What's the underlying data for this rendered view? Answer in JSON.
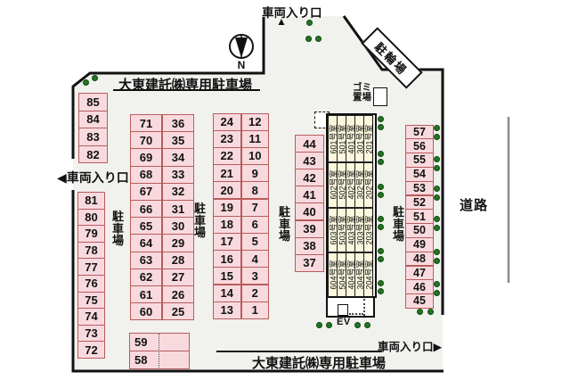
{
  "header": {
    "top_label": "大東建託㈱専用駐車場",
    "bottom_label": "大東建託㈱専用駐車場"
  },
  "entrances": {
    "top": {
      "label": "車両入り口",
      "arrow": "▲"
    },
    "left": {
      "label": "車両入り口",
      "arrow": "◀"
    },
    "bottom": {
      "label": "車両入り口",
      "arrow": "▶"
    }
  },
  "labels": {
    "parking_lot": "駐車場",
    "road": "道路",
    "garbage": [
      "ゴミ",
      "置場"
    ],
    "bicycle_parking": "駐輪場",
    "elevator": "EV",
    "north": "N"
  },
  "parking": {
    "left_top": [
      "85",
      "84",
      "83",
      "82"
    ],
    "left_bottom": [
      "81",
      "80",
      "79",
      "78",
      "77",
      "76",
      "75",
      "74",
      "73",
      "72"
    ],
    "col2_left": [
      "71",
      "70",
      "69",
      "68",
      "67",
      "66",
      "65",
      "64",
      "63",
      "62",
      "61",
      "60"
    ],
    "col2_right": [
      "36",
      "35",
      "34",
      "33",
      "32",
      "31",
      "30",
      "29",
      "28",
      "27",
      "26",
      "25"
    ],
    "col3_left": [
      "24",
      "23",
      "22",
      "21",
      "20",
      "19",
      "18",
      "17",
      "16",
      "15",
      "14",
      "13"
    ],
    "col3_right": [
      "12",
      "11",
      "10",
      "9",
      "8",
      "7",
      "6",
      "5",
      "4",
      "3",
      "2",
      "1"
    ],
    "col4": [
      "44",
      "43",
      "42",
      "41",
      "40",
      "39",
      "38",
      "37"
    ],
    "right_col": [
      "57",
      "56",
      "55",
      "54",
      "53",
      "52",
      "51",
      "50",
      "49",
      "48",
      "47",
      "46",
      "45"
    ],
    "tandem": [
      "59",
      "58"
    ]
  },
  "building": {
    "rows": [
      [
        "601号室",
        "501号室",
        "401号室",
        "301号室",
        "201号室"
      ],
      [
        "602号室",
        "502号室",
        "402号室",
        "302号室",
        "202号室"
      ],
      [
        "603号室",
        "503号室",
        "403号室",
        "303号室",
        "203号室"
      ],
      [
        "604号室",
        "504号室",
        "404号室",
        "304号室",
        "204号室"
      ]
    ]
  },
  "colors": {
    "space_fill": "#f8dade",
    "space_border": "#b85c5c",
    "building_fill": "#fbf7dd",
    "dot_green": "#267326",
    "area_bg": "#f1f1ee",
    "road_line": "#8a8a8a"
  }
}
